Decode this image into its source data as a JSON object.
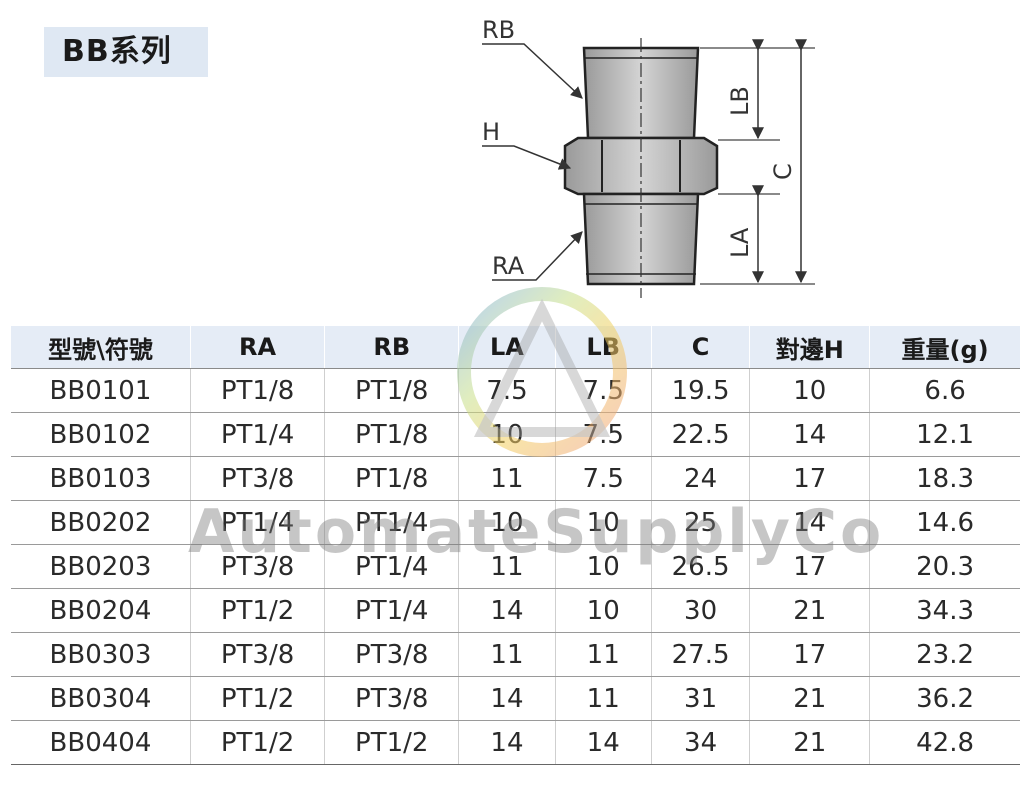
{
  "series_title": "BB系列",
  "diagram": {
    "labels": {
      "rb": "RB",
      "h": "H",
      "ra": "RA",
      "lb": "LB",
      "la": "LA",
      "c": "C"
    }
  },
  "table": {
    "headers": [
      "型號\\符號",
      "RA",
      "RB",
      "LA",
      "LB",
      "C",
      "對邊H",
      "重量(g)"
    ],
    "rows": [
      [
        "BB0101",
        "PT1/8",
        "PT1/8",
        "7.5",
        "7.5",
        "19.5",
        "10",
        "6.6"
      ],
      [
        "BB0102",
        "PT1/4",
        "PT1/8",
        "10",
        "7.5",
        "22.5",
        "14",
        "12.1"
      ],
      [
        "BB0103",
        "PT3/8",
        "PT1/8",
        "11",
        "7.5",
        "24",
        "17",
        "18.3"
      ],
      [
        "BB0202",
        "PT1/4",
        "PT1/4",
        "10",
        "10",
        "25",
        "14",
        "14.6"
      ],
      [
        "BB0203",
        "PT3/8",
        "PT1/4",
        "11",
        "10",
        "26.5",
        "17",
        "20.3"
      ],
      [
        "BB0204",
        "PT1/2",
        "PT1/4",
        "14",
        "10",
        "30",
        "21",
        "34.3"
      ],
      [
        "BB0303",
        "PT3/8",
        "PT3/8",
        "11",
        "11",
        "27.5",
        "17",
        "23.2"
      ],
      [
        "BB0304",
        "PT1/2",
        "PT3/8",
        "14",
        "11",
        "31",
        "21",
        "36.2"
      ],
      [
        "BB0404",
        "PT1/2",
        "PT1/2",
        "14",
        "14",
        "34",
        "21",
        "42.8"
      ]
    ]
  },
  "watermark": "AutomateSupplyCo"
}
